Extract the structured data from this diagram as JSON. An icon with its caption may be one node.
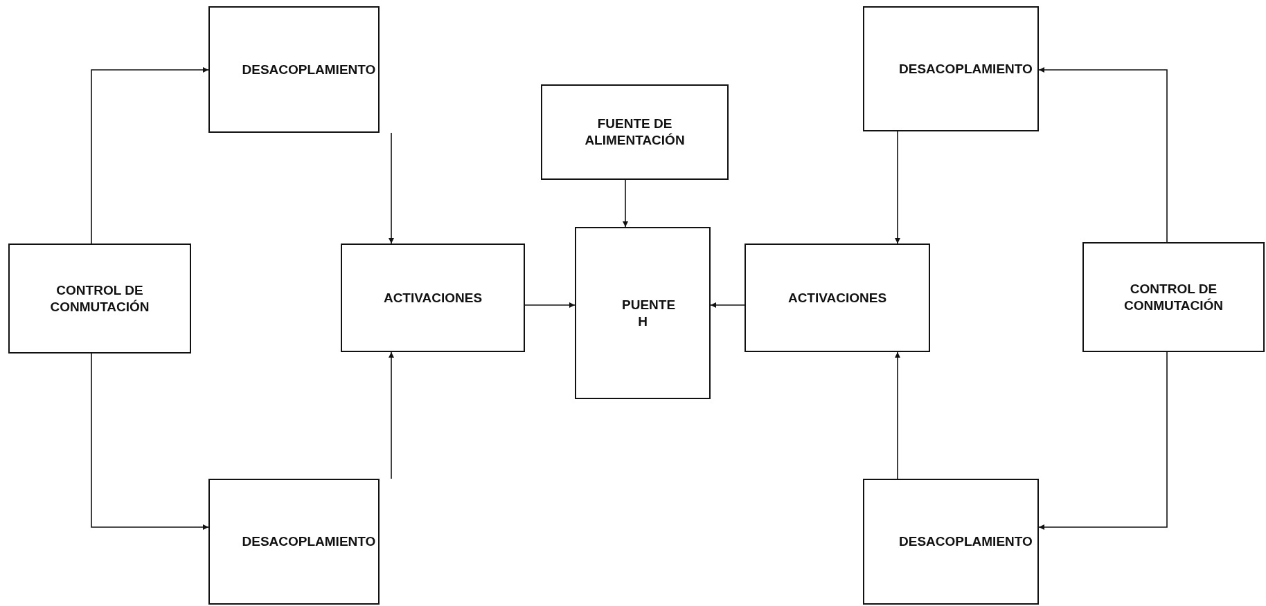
{
  "diagram": {
    "nodes": [
      {
        "text": [
          "DESACOPLAMIENTO"
        ]
      },
      {
        "text": [
          "DESACOPLAMIENTO"
        ]
      },
      {
        "text": [
          "FUENTE DE ALIMENTACIÓN"
        ]
      },
      {
        "text": [
          "CONTROL DE CONMUTACIÓN"
        ]
      },
      {
        "text": [
          "ACTIVACIONES"
        ]
      },
      {
        "text": [
          "PUENTE H"
        ]
      },
      {
        "text": [
          "ACTIVACIONES"
        ]
      },
      {
        "text": [
          "CONTROL DE CONMUTACIÓN"
        ]
      },
      {
        "text": [
          "DESACOPLAMIENTO"
        ]
      },
      {
        "text": [
          "DESACOPLAMIENTO"
        ]
      }
    ],
    "edges": [
      {
        "from": 3,
        "to": 0,
        "arrow": "to"
      },
      {
        "from": 3,
        "to": 8,
        "arrow": "to"
      },
      {
        "from": 0,
        "to": 4,
        "arrow": "to"
      },
      {
        "from": 8,
        "to": 4,
        "arrow": "to"
      },
      {
        "from": 4,
        "to": 5,
        "arrow": "to"
      },
      {
        "from": 2,
        "to": 5,
        "arrow": "to"
      },
      {
        "from": 6,
        "to": 5,
        "arrow": "to"
      },
      {
        "from": 1,
        "to": 6,
        "arrow": "to"
      },
      {
        "from": 9,
        "to": 6,
        "arrow": "to"
      },
      {
        "from": 7,
        "to": 1,
        "arrow": "to"
      },
      {
        "from": 7,
        "to": 9,
        "arrow": "to"
      }
    ]
  }
}
